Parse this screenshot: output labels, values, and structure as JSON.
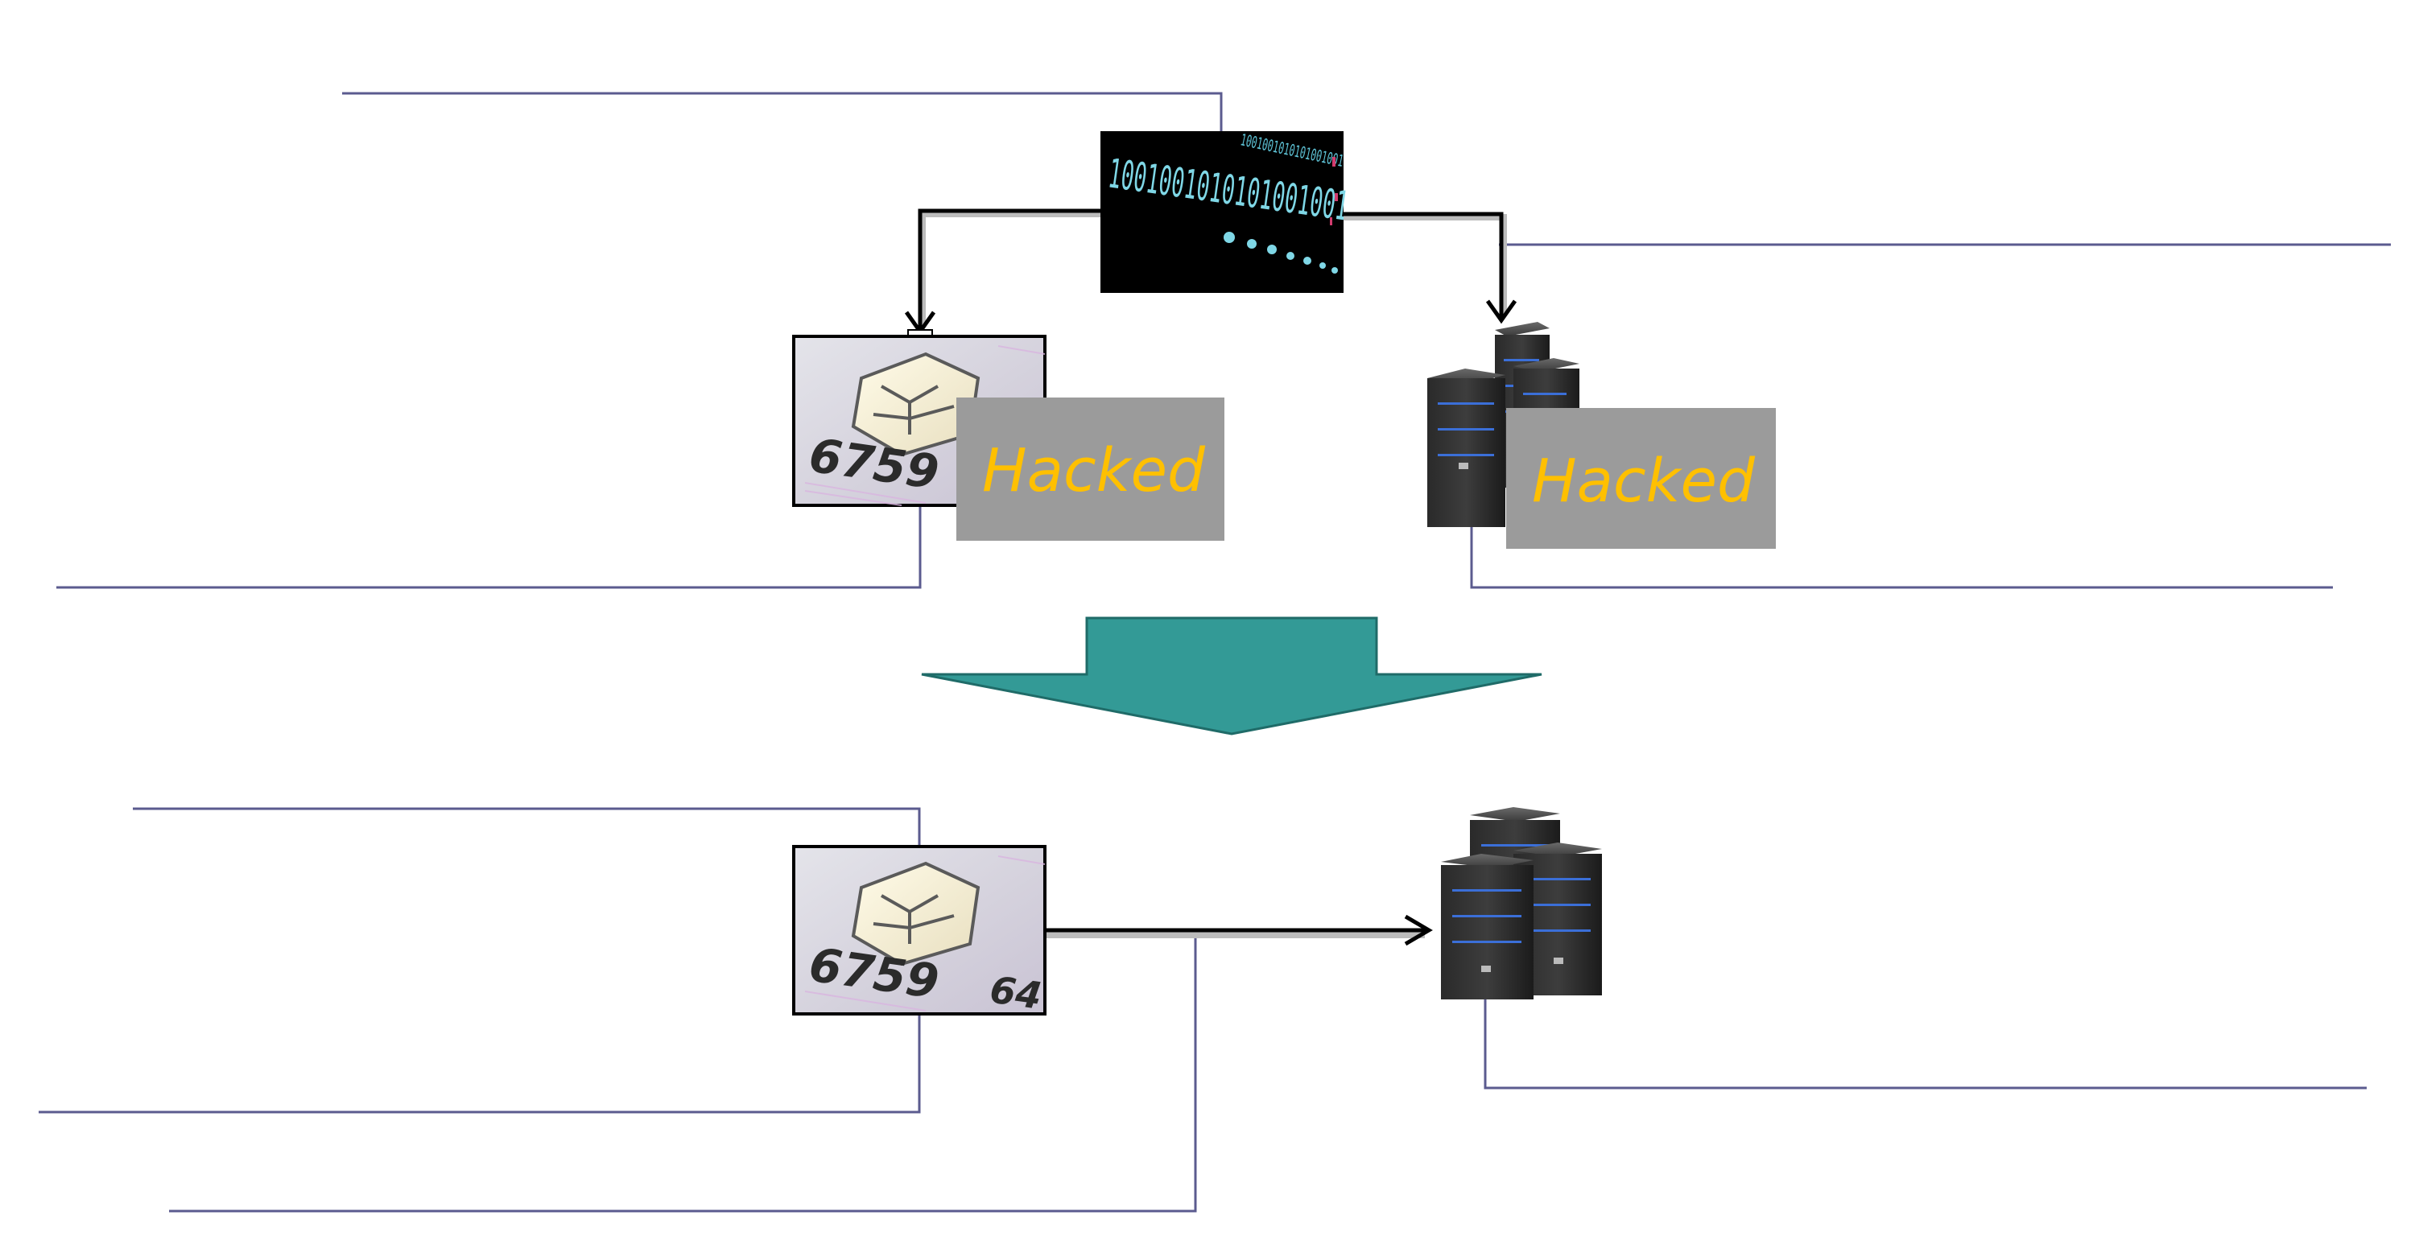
{
  "colors": {
    "callout_line": "#5b5b8f",
    "arrow": "#000000",
    "big_arrow_fill": "#339a96",
    "big_arrow_stroke": "#1f6b68",
    "hacked_box": "#9b9b9b",
    "hacked_text": "#ffc000",
    "binary_bg": "#000000",
    "binary_text": "#7fd7e6"
  },
  "top": {
    "binary_stream_text": "1001001010101001001",
    "card_hacked_label": "Hacked",
    "server_hacked_label": "Hacked"
  },
  "card_visual": {
    "number": "6759",
    "number_extra": "64"
  },
  "icons": {
    "binary": "binary-data-icon",
    "card": "smart-card-icon",
    "server": "server-cluster-icon",
    "transition": "down-arrow-icon"
  }
}
